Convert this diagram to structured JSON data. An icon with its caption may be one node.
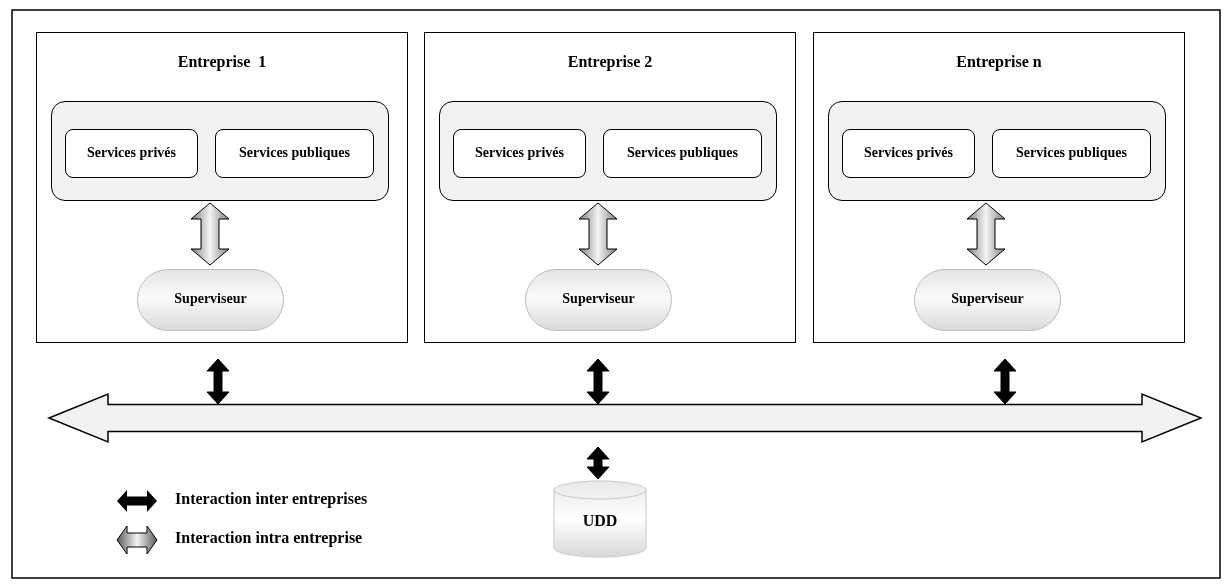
{
  "diagram": {
    "nodes": [
      {
        "text": [
          "Entreprise  1"
        ]
      },
      {
        "text": [],
        "shape": "box",
        "in": 0
      },
      {
        "text": [
          "Services privés"
        ],
        "in": 1
      },
      {
        "text": [
          "Services publiques"
        ],
        "in": 1
      },
      {
        "text": [
          "Superviseur"
        ],
        "in": 0
      },
      {
        "text": [
          "Entreprise 2"
        ]
      },
      {
        "text": [],
        "shape": "box",
        "in": 5
      },
      {
        "text": [
          "Services privés"
        ],
        "in": 6
      },
      {
        "text": [
          "Services publiques"
        ],
        "in": 6
      },
      {
        "text": [
          "Superviseur"
        ],
        "in": 5
      },
      {
        "text": [
          "Entreprise n"
        ]
      },
      {
        "text": [],
        "shape": "box",
        "in": 10
      },
      {
        "text": [
          "Services privés"
        ],
        "in": 11
      },
      {
        "text": [
          "Services publiques"
        ],
        "in": 11
      },
      {
        "text": [
          "Superviseur"
        ],
        "in": 10
      },
      {
        "text": [],
        "shape": "arrow"
      },
      {
        "text": [
          "UDD"
        ]
      }
    ],
    "edges": [
      {
        "from": 1,
        "to": 4,
        "arrow": "both",
        "color": "#808080"
      },
      {
        "from": 6,
        "to": 9,
        "arrow": "both",
        "color": "#808080"
      },
      {
        "from": 11,
        "to": 14,
        "arrow": "both",
        "color": "#808080"
      },
      {
        "from": 0,
        "to": 15,
        "arrow": "both"
      },
      {
        "from": 5,
        "to": 15,
        "arrow": "both"
      },
      {
        "from": 10,
        "to": 15,
        "arrow": "both"
      },
      {
        "from": 15,
        "to": 16,
        "arrow": "both"
      }
    ],
    "legend": [
      {
        "text": "Interaction inter entreprises"
      },
      {
        "text": "Interaction intra entreprise"
      }
    ]
  }
}
